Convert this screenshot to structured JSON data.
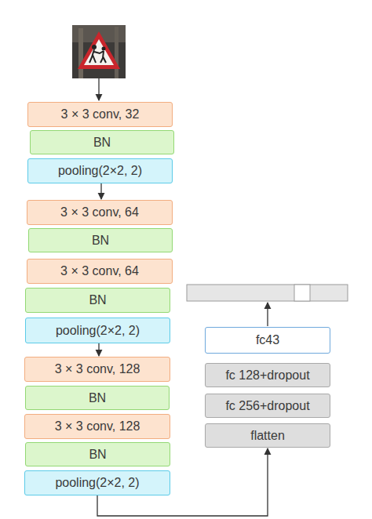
{
  "diagram": {
    "nodes": [
      {
        "text": [
          "3 × 3 conv, 32"
        ]
      },
      {
        "text": [
          "BN"
        ]
      },
      {
        "text": [
          "pooling(2×2, 2)"
        ]
      },
      {
        "text": [
          "3 × 3 conv, 64"
        ]
      },
      {
        "text": [
          "BN"
        ]
      },
      {
        "text": [
          "3 × 3 conv, 64"
        ]
      },
      {
        "text": [
          "BN"
        ]
      },
      {
        "text": [
          "pooling(2×2, 2)"
        ]
      },
      {
        "text": [
          "3 × 3 conv, 128"
        ]
      },
      {
        "text": [
          "BN"
        ]
      },
      {
        "text": [
          "3 × 3 conv, 128"
        ]
      },
      {
        "text": [
          "BN"
        ]
      },
      {
        "text": [
          "pooling(2×2, 2)"
        ]
      },
      {
        "text": [
          "fc43"
        ]
      },
      {
        "text": [
          "fc 128+dropout"
        ]
      },
      {
        "text": [
          "fc 256+dropout"
        ]
      },
      {
        "text": [
          "flatten"
        ]
      }
    ],
    "edges": [
      {
        "from": 2,
        "to": 3,
        "arrow": "to"
      },
      {
        "from": 7,
        "to": 8,
        "arrow": "to"
      },
      {
        "from": 12,
        "to": 16,
        "arrow": "to"
      }
    ]
  }
}
